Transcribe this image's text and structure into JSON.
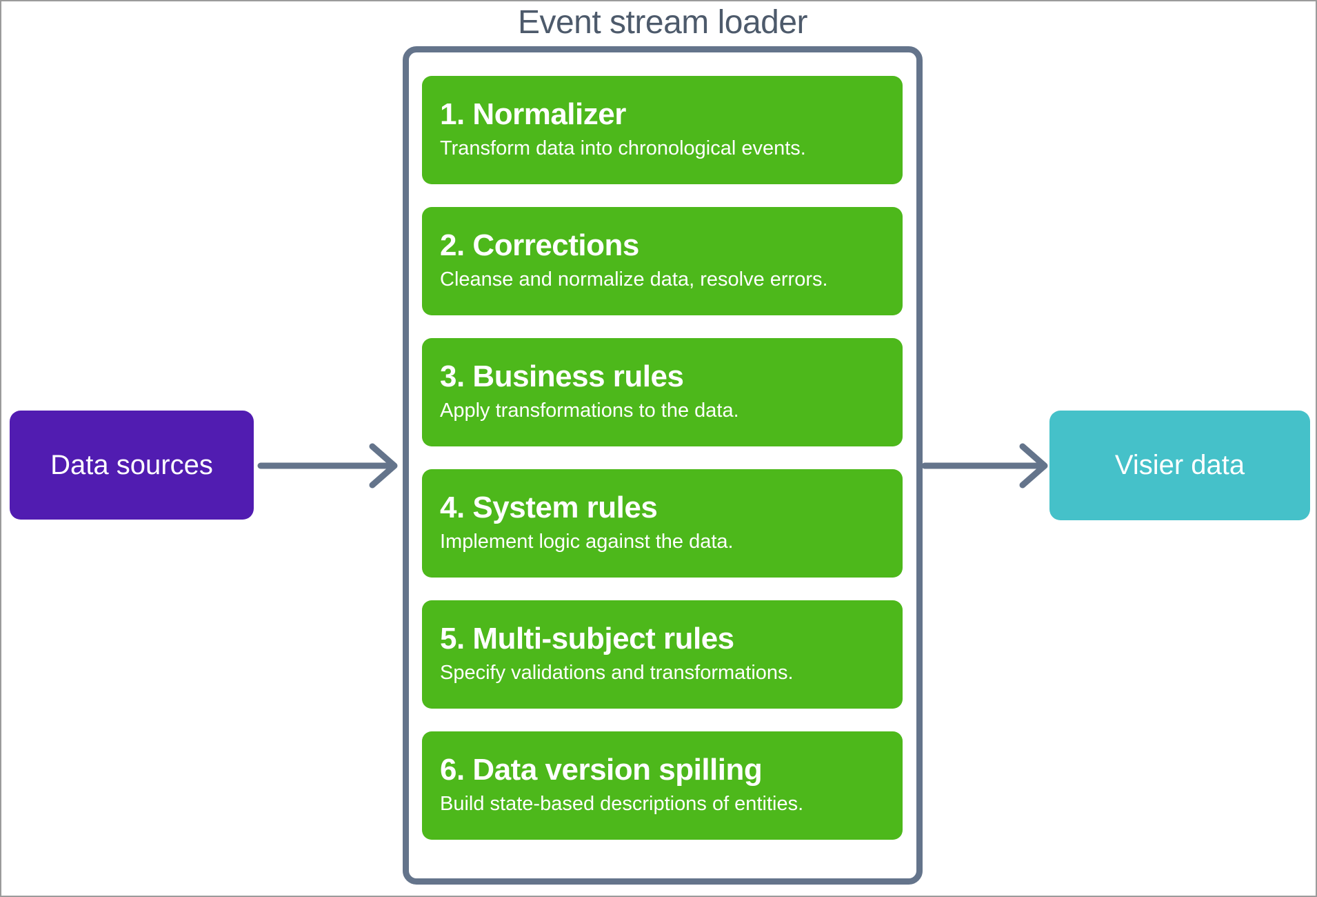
{
  "diagram": {
    "source_node": {
      "label": "Data sources",
      "color": "#511cb1"
    },
    "sink_node": {
      "label": "Visier data",
      "color": "#45c1c9"
    },
    "loader": {
      "title": "Event stream loader",
      "border_color": "#64748b",
      "stage_color": "#4db81b",
      "stages": [
        {
          "title": "1. Normalizer",
          "description": "Transform data into chronological events."
        },
        {
          "title": "2. Corrections",
          "description": "Cleanse and normalize data, resolve errors."
        },
        {
          "title": "3. Business rules",
          "description": "Apply transformations to the data."
        },
        {
          "title": "4. System rules",
          "description": "Implement logic against the data."
        },
        {
          "title": "5. Multi-subject rules",
          "description": "Specify validations and transformations."
        },
        {
          "title": "6. Data version spilling",
          "description": "Build state-based descriptions of entities."
        }
      ]
    },
    "arrow_color": "#64748b"
  }
}
